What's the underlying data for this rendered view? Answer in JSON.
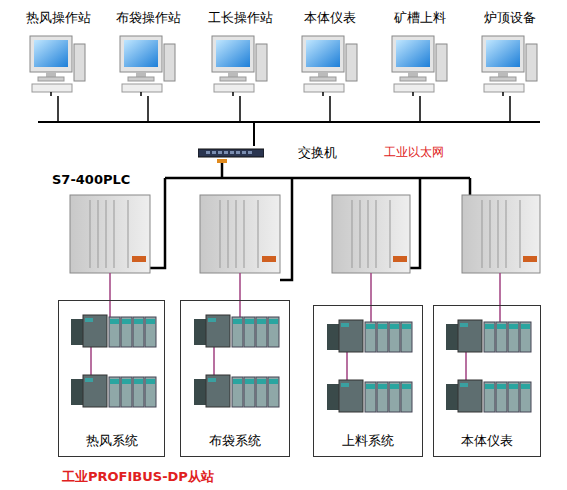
{
  "diagram": {
    "nodes": [
      {
        "text": [
          "热风操作站"
        ]
      },
      {
        "text": [
          "布袋操作站"
        ]
      },
      {
        "text": [
          "工长操作站"
        ]
      },
      {
        "text": [
          "本体仪表"
        ]
      },
      {
        "text": [
          "矿槽上料"
        ]
      },
      {
        "text": [
          "炉顶设备"
        ]
      },
      {
        "text": [
          "交换机"
        ]
      },
      {
        "text": [
          "热风系统"
        ]
      },
      {
        "text": [
          "布袋系统"
        ]
      },
      {
        "text": [
          "上料系统"
        ]
      },
      {
        "text": [
          "本体仪表"
        ]
      }
    ],
    "edges": [
      {
        "from": 0,
        "to": 6,
        "arrow": "none"
      },
      {
        "from": 1,
        "to": 6,
        "arrow": "none"
      },
      {
        "from": 2,
        "to": 6,
        "arrow": "none"
      },
      {
        "from": 3,
        "to": 6,
        "arrow": "none"
      },
      {
        "from": 4,
        "to": 6,
        "arrow": "none"
      },
      {
        "from": 5,
        "to": 6,
        "arrow": "none"
      }
    ],
    "labels": [
      "工业以太网",
      "S7-400PLC",
      "工业PROFIBUS-DP从站"
    ]
  }
}
